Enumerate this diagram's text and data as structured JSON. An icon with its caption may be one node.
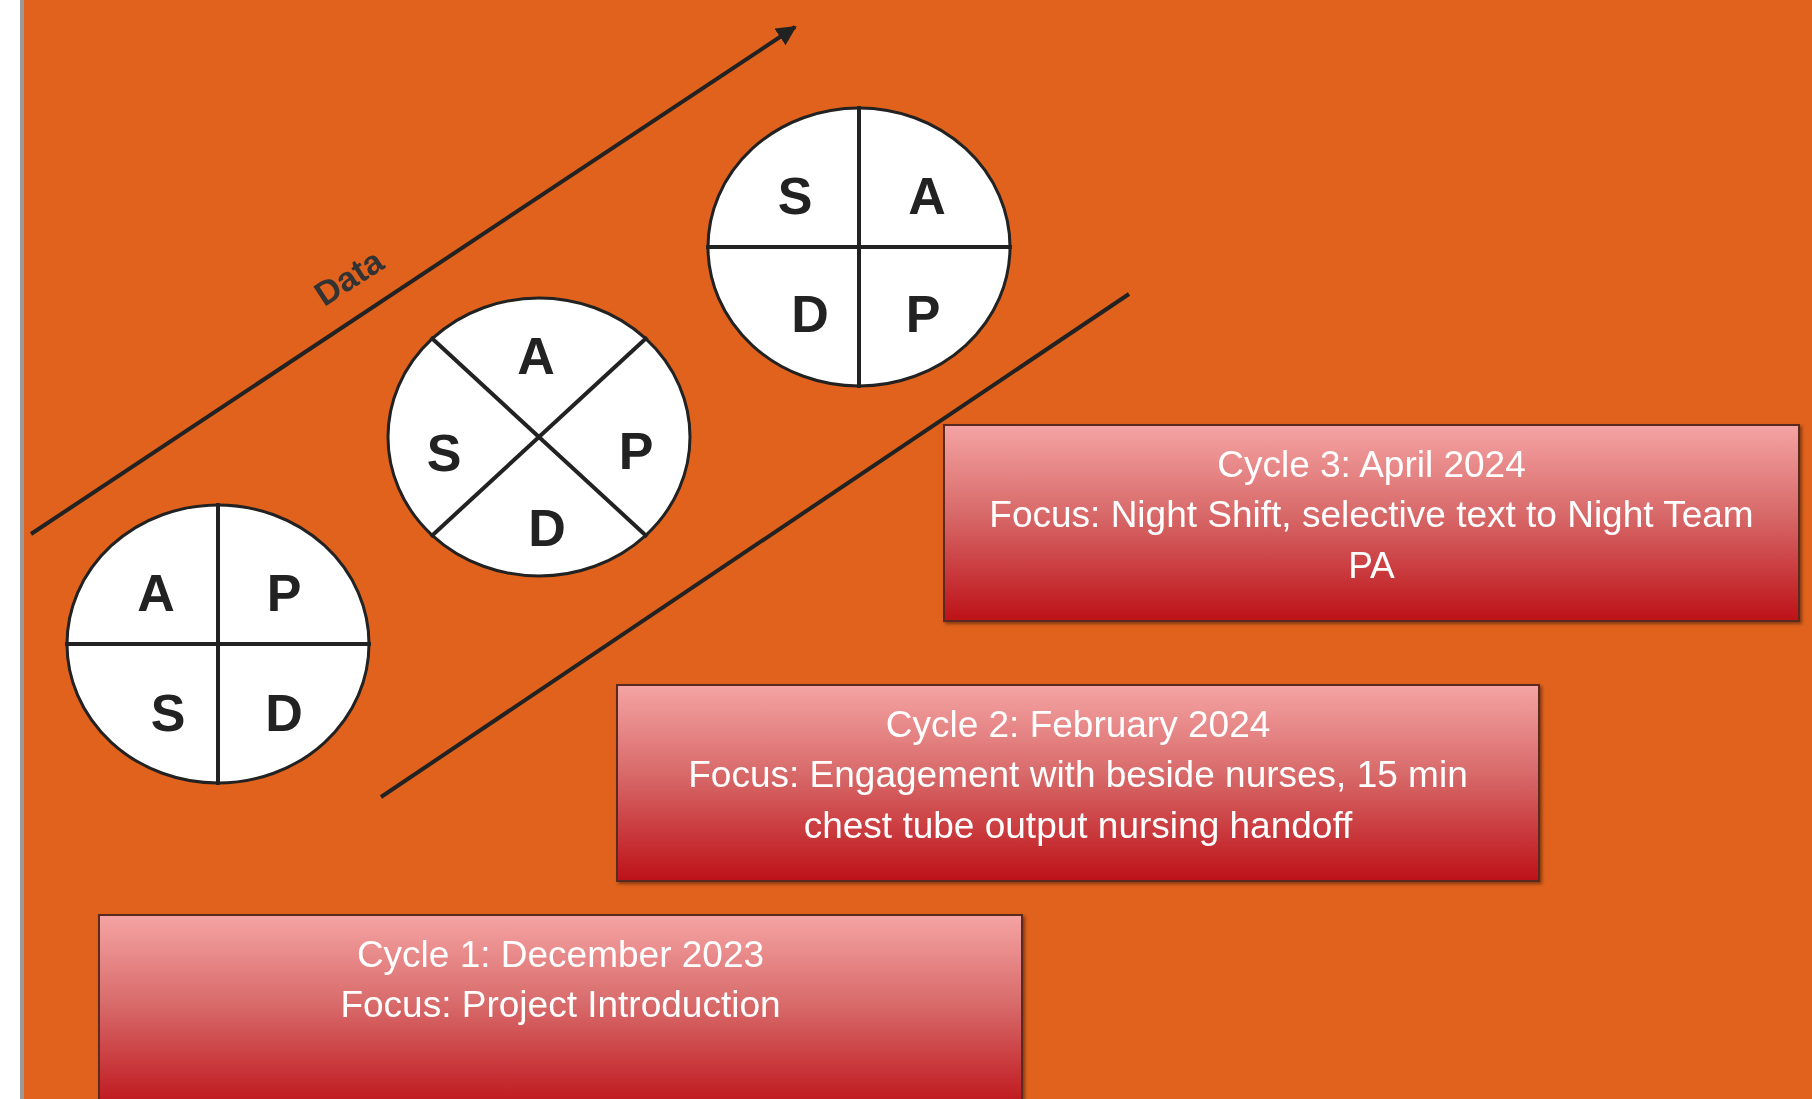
{
  "diagram": {
    "nodes": [
      {
        "text": [
          "S",
          "A",
          "D",
          "P"
        ]
      },
      {
        "text": [
          "A",
          "S",
          "P",
          "D"
        ]
      },
      {
        "text": [
          "Cycle 3: April 2024",
          "Focus: Night Shift, selective text to Night Team PA"
        ]
      },
      {
        "text": [
          "A",
          "P",
          "S",
          "D"
        ]
      },
      {
        "text": [
          "Cycle 2: February 2024",
          "Focus: Engagement with beside nurses, 15 min chest tube output nursing handoff"
        ]
      },
      {
        "text": [
          "Cycle 1: December 2023",
          "Focus: Project Introduction"
        ]
      }
    ],
    "edges": [],
    "labels": [
      "Data"
    ]
  }
}
